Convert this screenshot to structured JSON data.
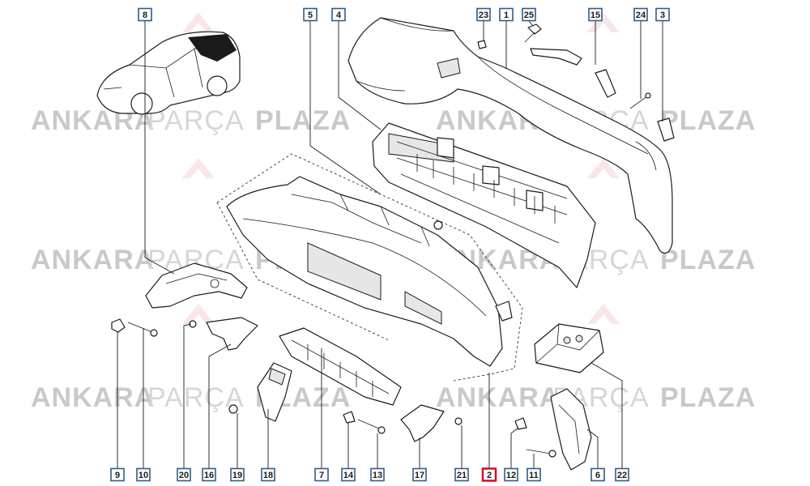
{
  "watermark": {
    "brand_bold_1": "ANKARA",
    "brand_light": "PARÇA",
    "brand_bold_2": "PLAZA"
  },
  "callouts": [
    {
      "id": "8"
    },
    {
      "id": "5"
    },
    {
      "id": "4"
    },
    {
      "id": "23"
    },
    {
      "id": "1"
    },
    {
      "id": "25"
    },
    {
      "id": "15"
    },
    {
      "id": "24"
    },
    {
      "id": "3"
    },
    {
      "id": "9"
    },
    {
      "id": "10"
    },
    {
      "id": "20"
    },
    {
      "id": "16"
    },
    {
      "id": "19"
    },
    {
      "id": "18"
    },
    {
      "id": "7"
    },
    {
      "id": "14"
    },
    {
      "id": "13"
    },
    {
      "id": "17"
    },
    {
      "id": "21"
    },
    {
      "id": "2",
      "highlighted": true
    },
    {
      "id": "12"
    },
    {
      "id": "11"
    },
    {
      "id": "6"
    },
    {
      "id": "22"
    }
  ],
  "colors": {
    "callout_border": "#2f5d8a",
    "callout_highlight": "#e0001b",
    "watermark": "#c9c9c9"
  }
}
